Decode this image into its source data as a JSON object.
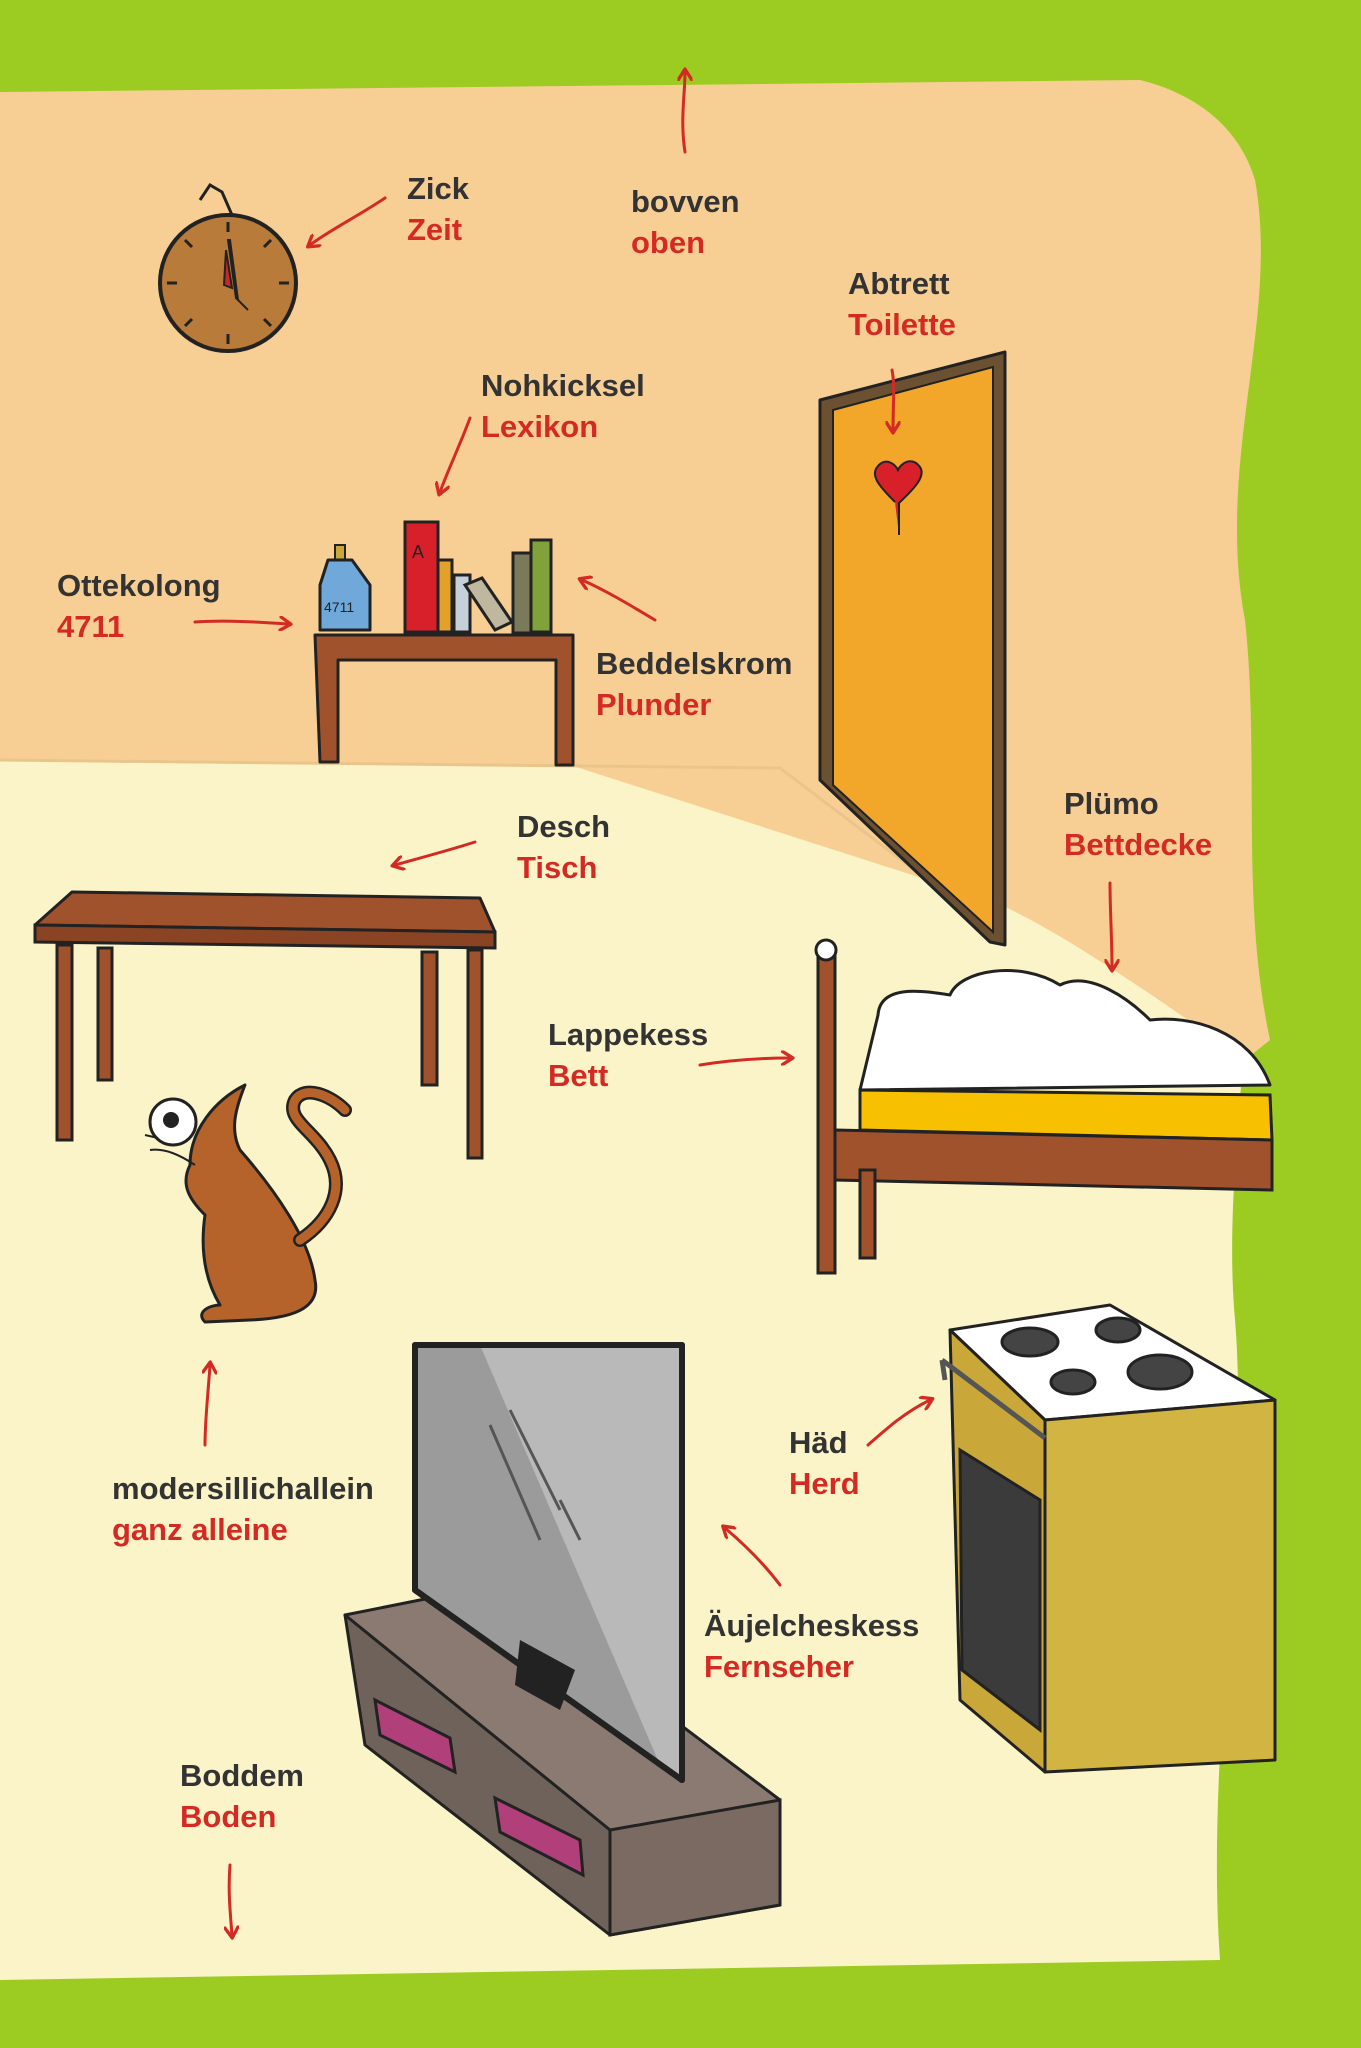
{
  "colors": {
    "border_green": "#9ccc22",
    "wall": "#f7cf95",
    "floor": "#fbf4c8",
    "arrow_red": "#d42a24",
    "dialect_text": "#333333",
    "german_text": "#d42a24",
    "wood": "#a0522d",
    "door": "#f2a62a",
    "cat": "#b5632a",
    "tv_cabinet": "#7a6a62",
    "stove": "#c9a839"
  },
  "labels": {
    "clock": {
      "dialect": "Zick",
      "german": "Zeit"
    },
    "up": {
      "dialect": "bovven",
      "german": "oben"
    },
    "toilet": {
      "dialect": "Abtrett",
      "german": "Toilette"
    },
    "book": {
      "dialect": "Nohkicksel",
      "german": "Lexikon"
    },
    "perfume": {
      "dialect": "Ottekolong",
      "german": "4711"
    },
    "junk": {
      "dialect": "Beddelskrom",
      "german": "Plunder"
    },
    "table": {
      "dialect": "Desch",
      "german": "Tisch"
    },
    "blanket": {
      "dialect": "Plümo",
      "german": "Bettdecke"
    },
    "bed": {
      "dialect": "Lappekess",
      "german": "Bett"
    },
    "alone": {
      "dialect": "modersillichallein",
      "german": "ganz alleine"
    },
    "stove": {
      "dialect": "Häd",
      "german": "Herd"
    },
    "tv": {
      "dialect": "Äujelcheskess",
      "german": "Fernseher"
    },
    "floor": {
      "dialect": "Boddem",
      "german": "Boden"
    }
  },
  "icons": {
    "clock": "wall-clock-icon",
    "perfume": "perfume-bottle-icon",
    "book": "book-a-icon",
    "door_heart": "heart-icon",
    "cat": "cat-icon",
    "tv": "television-icon",
    "stove": "stove-icon",
    "bed": "bed-icon",
    "table": "table-icon"
  },
  "drawing_marks": {
    "perfume_label": "4711",
    "book_letter": "A"
  }
}
